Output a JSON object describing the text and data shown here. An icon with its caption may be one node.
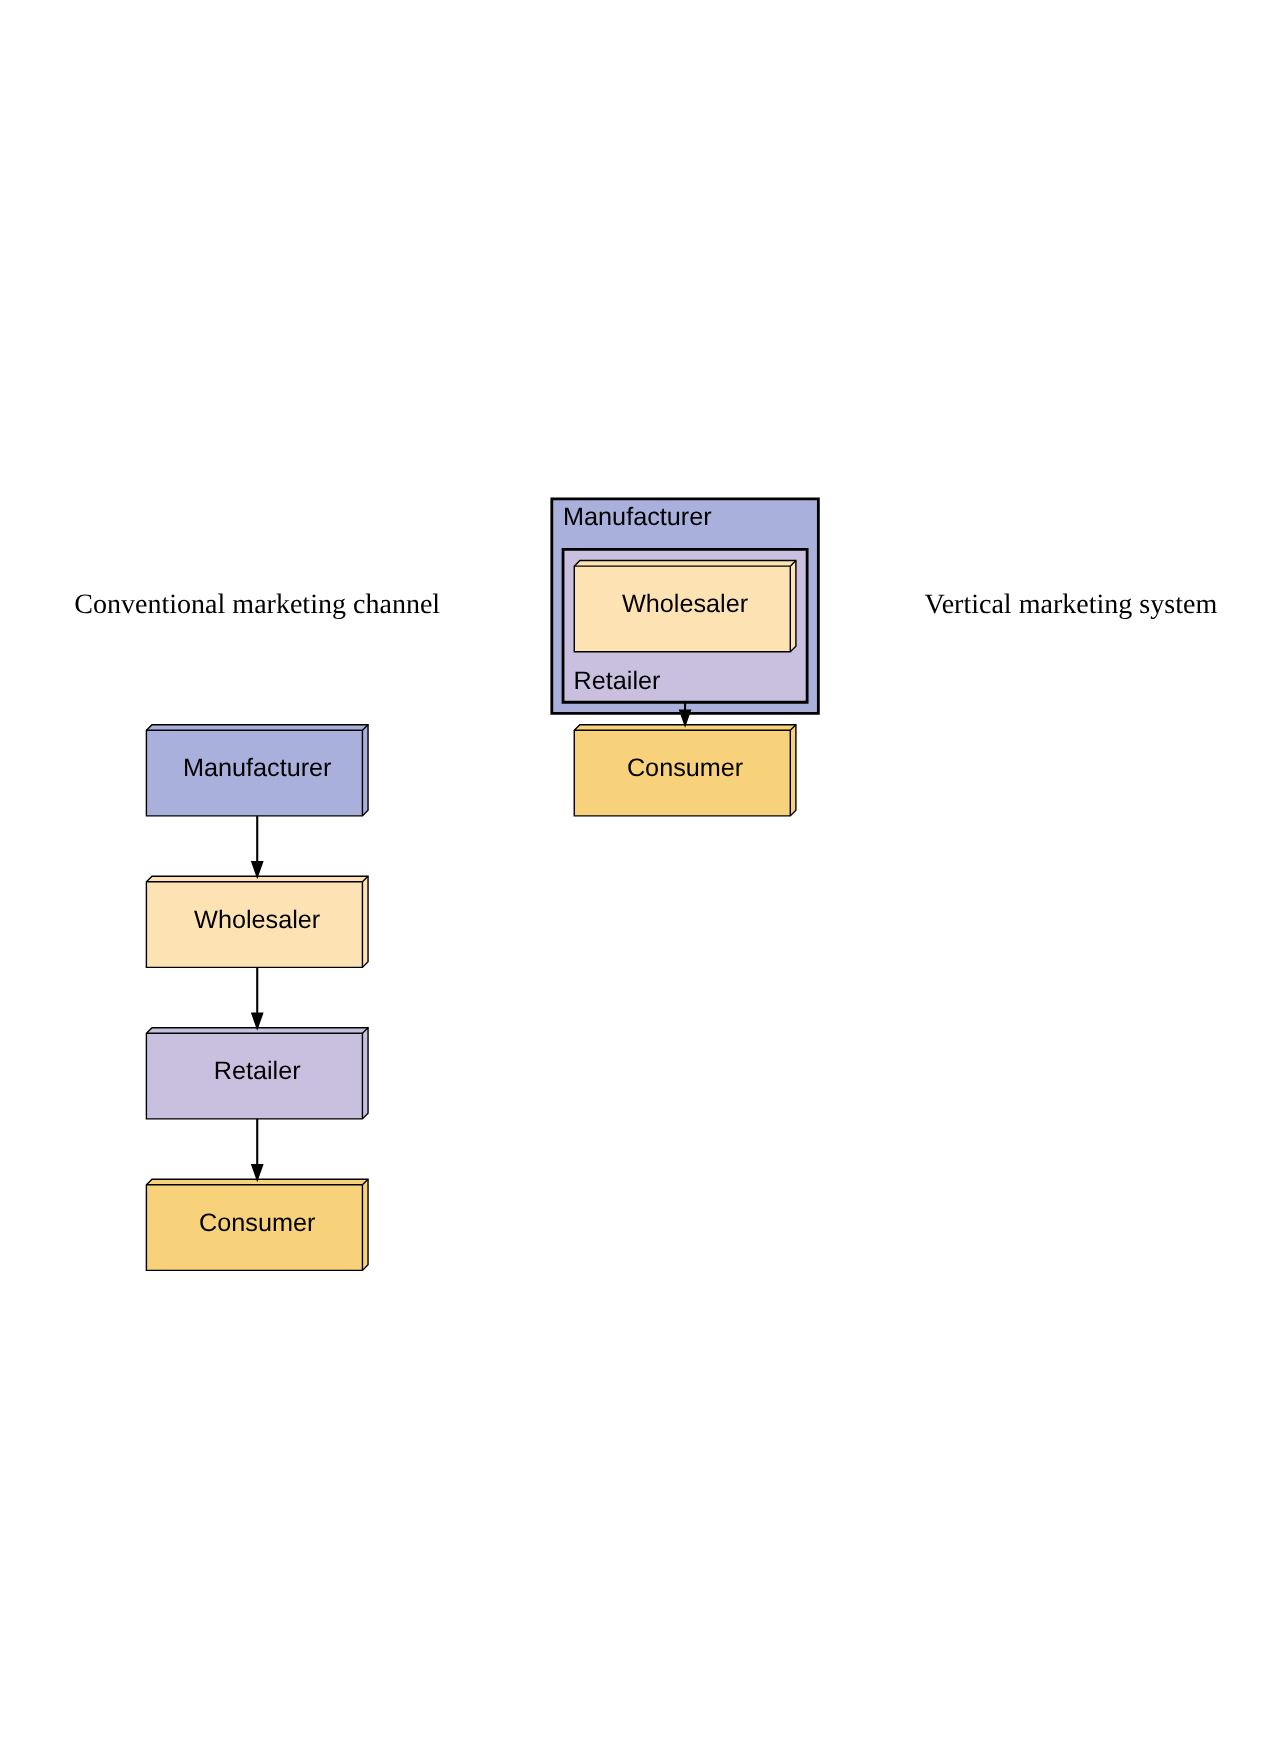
{
  "diagram": {
    "nodes": [
      {
        "text": [
          "Manufacturer"
        ]
      },
      {
        "text": [
          "Wholesaler"
        ]
      },
      {
        "text": [
          "Retailer"
        ]
      },
      {
        "text": [
          "Consumer"
        ]
      },
      {
        "text": [
          "Manufacturer"
        ]
      },
      {
        "text": [
          "Retailer"
        ],
        "in": 4
      },
      {
        "text": [
          "Wholesaler"
        ],
        "in": 5
      },
      {
        "text": [
          "Consumer"
        ]
      }
    ],
    "edges": [
      {
        "from": 0,
        "to": 1,
        "arrow": "to"
      },
      {
        "from": 1,
        "to": 2,
        "arrow": "to"
      },
      {
        "from": 2,
        "to": 3,
        "arrow": "to"
      },
      {
        "from": 5,
        "to": 7,
        "arrow": "to"
      }
    ],
    "labels": [
      "Conventional marketing channel",
      "Vertical marketing system"
    ]
  }
}
